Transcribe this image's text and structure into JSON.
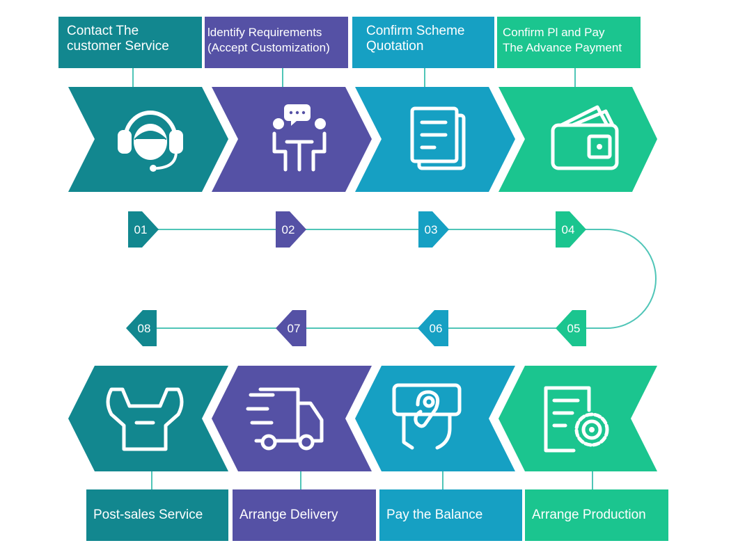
{
  "colors": {
    "teal": "#12878f",
    "purple": "#5551a5",
    "blue": "#16a0c3",
    "green": "#1bc58f",
    "line": "#4fc5b7"
  },
  "steps": [
    {
      "number": "01",
      "title": [
        "Contact The",
        "customer Service"
      ],
      "icon": "headset-support-icon",
      "color": "#12878f"
    },
    {
      "number": "02",
      "title": [
        "ldentify Requirements",
        "(Accept Customization)"
      ],
      "icon": "meeting-discussion-icon",
      "color": "#5551a5"
    },
    {
      "number": "03",
      "title": [
        "Confirm Scheme",
        "Quotation"
      ],
      "icon": "document-quotation-icon",
      "color": "#16a0c3"
    },
    {
      "number": "04",
      "title": [
        "Confirm Pl and Pay",
        "The Advance Payment"
      ],
      "icon": "wallet-icon",
      "color": "#1bc58f"
    },
    {
      "number": "05",
      "title": [
        "Arrange Production"
      ],
      "icon": "document-gear-icon",
      "color": "#1bc58f"
    },
    {
      "number": "06",
      "title": [
        "Pay the Balance"
      ],
      "icon": "hand-payment-icon",
      "color": "#16a0c3"
    },
    {
      "number": "07",
      "title": [
        "Arrange Delivery"
      ],
      "icon": "delivery-truck-icon",
      "color": "#5551a5"
    },
    {
      "number": "08",
      "title": [
        "Post-sales Service"
      ],
      "icon": "wrench-service-icon",
      "color": "#12878f"
    }
  ]
}
